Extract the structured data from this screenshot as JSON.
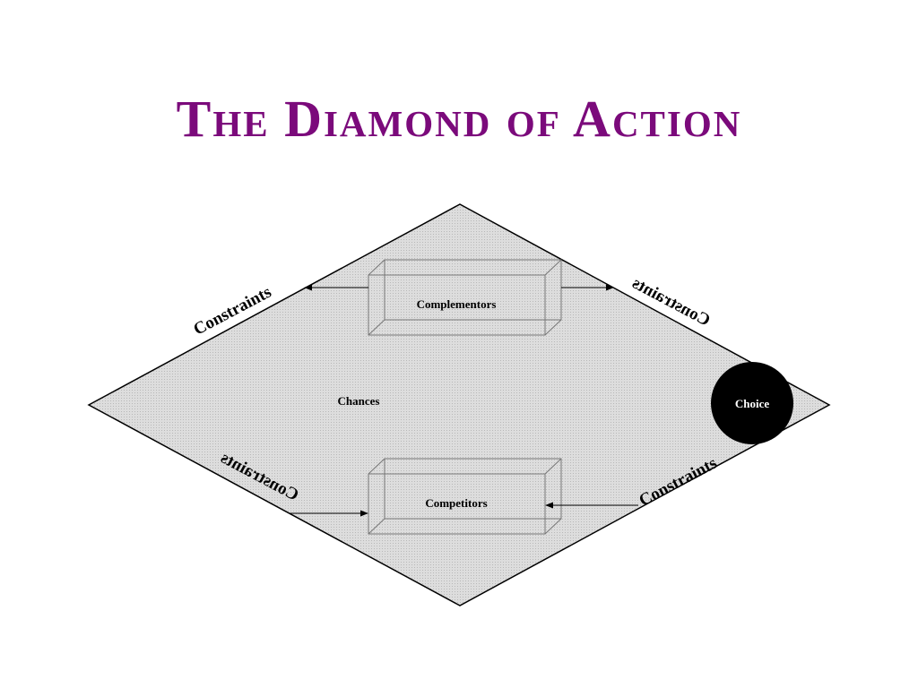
{
  "slide": {
    "title": "The Diamond of Action",
    "title_color": "#7b0a7b"
  },
  "diagram": {
    "fill_color": "#d9d9d9",
    "nodes": {
      "complementors": "Complementors",
      "competitors": "Competitors",
      "chances": "Chances",
      "choice": "Choice"
    },
    "constraints": {
      "top_left": "Constraints",
      "top_right": "Constraints",
      "bottom_left": "Constraints",
      "bottom_right": "Constraints"
    }
  }
}
